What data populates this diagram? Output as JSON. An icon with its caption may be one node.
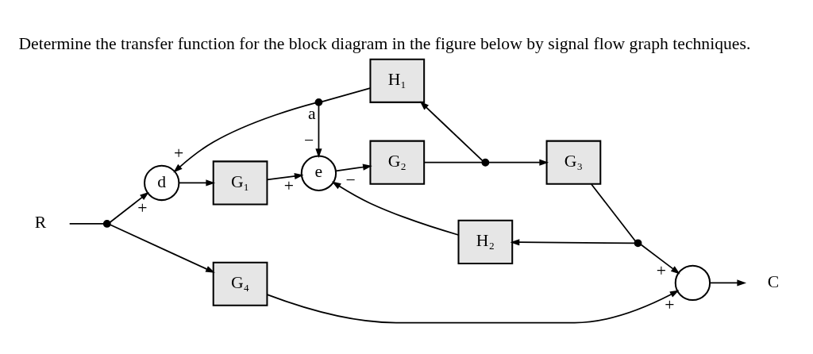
{
  "diagram": {
    "title": "Determine the transfer function for the block diagram in the figure below by signal flow graph techniques.",
    "nodes": [
      {
        "text": [
          "R"
        ]
      },
      {
        "text": [],
        "shape": "dot"
      },
      {
        "text": [
          "d"
        ]
      },
      {
        "text": [
          "G₁"
        ]
      },
      {
        "text": [
          "e"
        ]
      },
      {
        "text": [
          "G₂"
        ]
      },
      {
        "text": [],
        "shape": "dot"
      },
      {
        "text": [
          "G₃"
        ]
      },
      {
        "text": [],
        "shape": "dot"
      },
      {
        "text": [],
        "shape": "circle"
      },
      {
        "text": [
          "C"
        ]
      },
      {
        "text": [
          "H₂"
        ]
      },
      {
        "text": [
          "H₁"
        ]
      },
      {
        "text": [],
        "shape": "dot",
        "beside": [
          "a"
        ]
      },
      {
        "text": [
          "G₄"
        ]
      }
    ],
    "edges": [
      {
        "from": 0,
        "to": 1,
        "arrow": "none"
      },
      {
        "from": 1,
        "to": 2,
        "arrow": "to",
        "label": "+"
      },
      {
        "from": 2,
        "to": 3,
        "arrow": "to"
      },
      {
        "from": 3,
        "to": 4,
        "arrow": "to",
        "label": "+"
      },
      {
        "from": 4,
        "to": 5,
        "arrow": "to"
      },
      {
        "from": 5,
        "to": 6,
        "arrow": "none"
      },
      {
        "from": 6,
        "to": 7,
        "arrow": "to"
      },
      {
        "from": 7,
        "to": 8,
        "arrow": "none"
      },
      {
        "from": 8,
        "to": 9,
        "arrow": "to",
        "label": "+"
      },
      {
        "from": 9,
        "to": 10,
        "arrow": "to"
      },
      {
        "from": 8,
        "to": 11,
        "arrow": "to"
      },
      {
        "from": 11,
        "to": 4,
        "arrow": "to",
        "label": "−"
      },
      {
        "from": 6,
        "to": 12,
        "arrow": "to"
      },
      {
        "from": 12,
        "to": 13,
        "arrow": "none"
      },
      {
        "from": 13,
        "to": 4,
        "arrow": "to",
        "label": "−"
      },
      {
        "from": 13,
        "to": 2,
        "arrow": "to",
        "label": "+"
      },
      {
        "from": 1,
        "to": 14,
        "arrow": "to"
      },
      {
        "from": 14,
        "to": 9,
        "arrow": "to",
        "label": "+"
      }
    ]
  }
}
